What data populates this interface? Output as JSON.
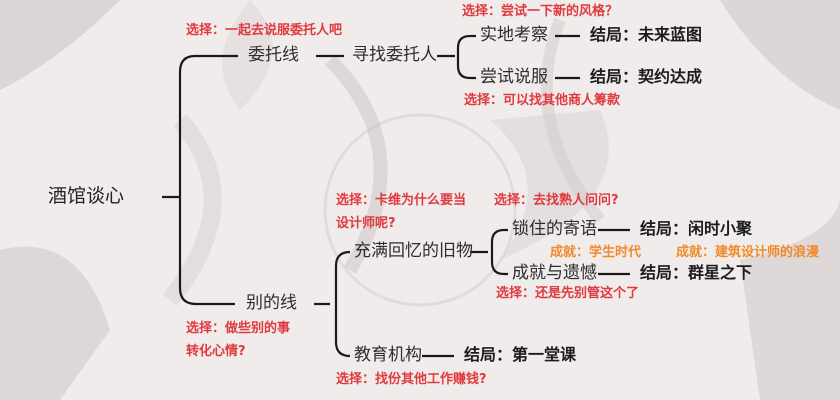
{
  "root": "酒馆谈心",
  "branch1": {
    "label": "委托线",
    "choice": "选择：一起去说服委托人吧",
    "step": "寻找委托人",
    "sub1": {
      "label": "实地考察",
      "choice": "选择：尝试一下新的风格？",
      "ending": "结局：未来蓝图"
    },
    "sub2": {
      "label": "尝试说服",
      "choice": "选择：可以找其他商人筹款",
      "ending": "结局：契约达成"
    }
  },
  "branch2": {
    "label": "别的线",
    "choice_line1": "选择：做些别的事",
    "choice_line2": "转化心情?",
    "step1": {
      "label": "充满回忆的旧物",
      "choice_a_line1": "选择：卡维为什么要当",
      "choice_a_line2": "设计师呢?",
      "choice_b": "选择：去找熟人问问?",
      "sub1": {
        "label": "锁住的寄语",
        "ending": "结局：闲时小聚"
      },
      "sub2": {
        "label": "成就与遗憾",
        "ending": "结局：群星之下",
        "choice": "选择：还是先别管这个了"
      },
      "achievement1": "成就：学生时代",
      "achievement2": "成就：建筑设计师的浪漫"
    },
    "step2": {
      "label": "教育机构",
      "ending": "结局：第一堂课",
      "choice": "选择：找份其他工作赚钱?"
    }
  },
  "colors": {
    "choice": "#e0393e",
    "achievement": "#f08a2a",
    "line": "#1a1a1a"
  }
}
